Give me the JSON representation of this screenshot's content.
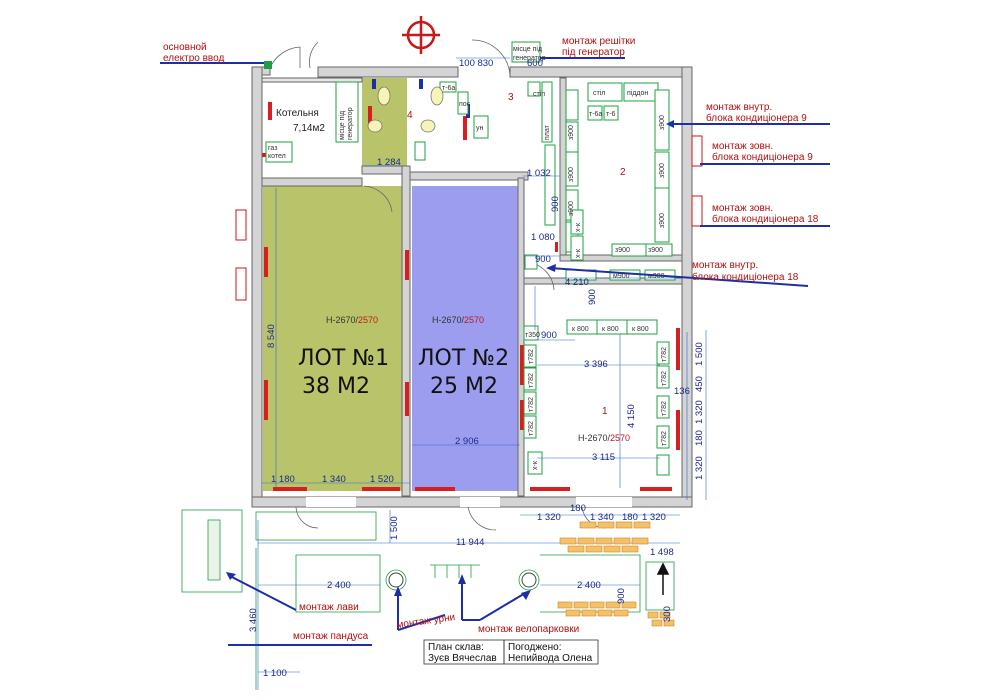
{
  "callouts": {
    "electro": [
      "основной",
      "електро ввод"
    ],
    "grille": [
      "монтаж решітки",
      "під генератор"
    ],
    "ac_inner_9": [
      "монтаж внутр.",
      "блока кондиціонера 9"
    ],
    "ac_outer_9": [
      "монтаж зовн.",
      "блока кондиціонера 9"
    ],
    "ac_outer_18": [
      "монтаж зовн.",
      "блока кондиціонера 18"
    ],
    "ac_inner_18": [
      "монтаж внутр.",
      "блока кондиціонера 18"
    ],
    "bench": "монтаж лави",
    "ramp": "монтаж пандуса",
    "urn": "монтаж урни",
    "bike": "монтаж велопарковки"
  },
  "rooms": {
    "boiler_title": "Котельня",
    "boiler_area": "7,14м2",
    "gas_boiler": [
      "газ",
      "котел"
    ],
    "gen_place": [
      "місце під",
      "генератор"
    ],
    "gen_place_top": [
      "місце під",
      "генератор"
    ],
    "lot1": [
      "ЛОТ №1",
      "38 М2"
    ],
    "lot2": [
      "ЛОТ №2",
      "25 М2"
    ],
    "n1": "1",
    "n2": "2",
    "n3": "3",
    "n4": "4",
    "h1_black": "Н-2670/",
    "h1_red": "2570",
    "h2_black": "Н-2670/",
    "h2_red": "2570",
    "h3_black": "Н-2670/",
    "h3_red": "2570"
  },
  "furniture": {
    "stil": "стіл",
    "piddon": "піддон",
    "t6a": "т-6а",
    "t6": "т-6",
    "pos": "пос",
    "un": "ун",
    "plat": "плат",
    "stip": "стіп",
    "k800": [
      "к 800",
      "к 800",
      "к 800"
    ],
    "m900": [
      "м900",
      "м900"
    ],
    "t782": "т782",
    "t350": "т350",
    "z900": "з900",
    "hk": "х-к"
  },
  "dims": {
    "d100830": "100 830",
    "d600": "600",
    "d1284": "1 284",
    "d1032": "1 032",
    "d900a": "900",
    "d1080": "1 080",
    "d900b": "900",
    "d4210": "4 210",
    "d900c": "900",
    "d900d": "900",
    "d3396": "3 396",
    "d8540": "8 540",
    "d4150": "4 150",
    "d2906": "2 906",
    "d3115": "3 115",
    "d1180": "1 180",
    "d1340": "1 340",
    "d1520": "1 520",
    "d1320a": "1 320",
    "d180a": "180",
    "d1340b": "1 340",
    "d180b": "180",
    "d1320b": "1 320",
    "d1500": "1 500",
    "d11944": "11 944",
    "d1498": "1 498",
    "d2400a": "2 400",
    "d2400b": "2 400",
    "d3460": "3 460",
    "d1100": "1 100",
    "d900e": "900",
    "d300": "300",
    "r1500": "1 500",
    "r450": "450",
    "r136": "136",
    "r1320a": "1 320",
    "r180": "180",
    "r1320b": "1 320"
  },
  "signature": {
    "made_label": "План склав:",
    "made_name": "Зуєв Вячеслав",
    "agreed_label": "Погоджено:",
    "agreed_name": "Непийвода Олена"
  },
  "colors": {
    "lot1": "#b9c46a",
    "lot2": "#9d9df0",
    "wall": "#d0d0d0",
    "green": "#1ea042",
    "red": "#d81e1e",
    "blue": "#1d2fa8",
    "dim": "#1a2a8a"
  }
}
